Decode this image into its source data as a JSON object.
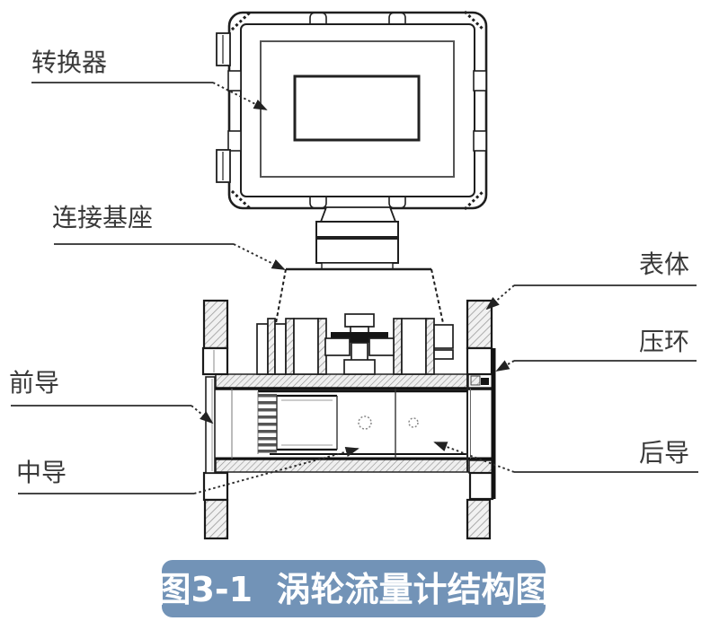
{
  "labels": {
    "converter": "转换器",
    "connection_base": "连接基座",
    "meter_body": "表体",
    "pressure_ring": "压环",
    "front_guide": "前导",
    "middle_guide": "中导",
    "rear_guide": "后导"
  },
  "caption": {
    "text": "图3-1  涡轮流量计结构图",
    "bg_color": "#7293b7",
    "text_color": "#ffffff"
  },
  "colors": {
    "drawing_line": "#1f1f1f",
    "label_text": "#3a3a3a"
  }
}
